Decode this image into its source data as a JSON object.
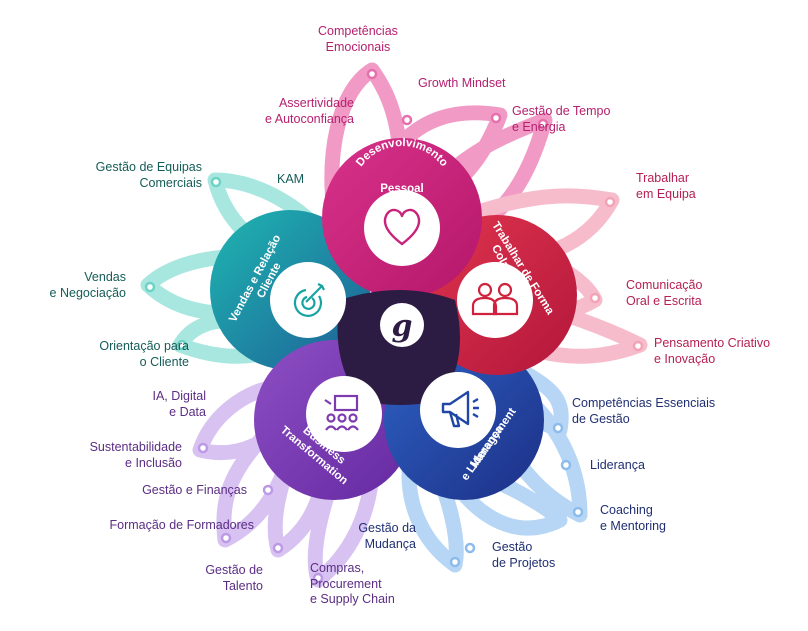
{
  "colors": {
    "pink": "#c9247b",
    "red": "#d0223d",
    "blue": "#2147a6",
    "purple": "#7d3bb0",
    "teal": "#18a3a3",
    "center": "#2c1c44",
    "petal_pink": "#f29ac6",
    "petal_rose": "#f7bccb",
    "petal_teal": "#a8e7df",
    "petal_lilac": "#d8c2f2",
    "petal_blue": "#b7d6f5"
  },
  "center": {
    "logo": "g",
    "logo_icon": "brand-g-logo"
  },
  "hubs": {
    "dev": {
      "line1": "Desenvolvimento",
      "line2": "Pessoal",
      "icon": "heart-icon"
    },
    "trab": {
      "line1": "Trabalhar de Forma",
      "line2": "Colaborativa",
      "icon": "people-icon"
    },
    "mgmt": {
      "line1": "Management",
      "line2": "e Liderança",
      "icon": "megaphone-icon"
    },
    "bus": {
      "line1": "Business",
      "line2": "Transformation",
      "icon": "presentation-icon"
    },
    "vendas": {
      "line1": "Vendas e Relação",
      "line2": "Cliente",
      "icon": "target-icon"
    }
  },
  "labels": {
    "comp_emocionais": [
      "Competências",
      "Emocionais"
    ],
    "growth": [
      "Growth Mindset"
    ],
    "gestao_tempo": [
      "Gestão de Tempo",
      "e Energia"
    ],
    "assertividade": [
      "Assertividade",
      "e Autoconfiança"
    ],
    "trabalhar_equipa": [
      "Trabalhar",
      "em Equipa"
    ],
    "comunicacao": [
      "Comunicação",
      "Oral e Escrita"
    ],
    "pensamento": [
      "Pensamento Criativo",
      "e Inovação"
    ],
    "comp_essenciais": [
      "Competências Essenciais",
      "de Gestão"
    ],
    "lideranca": [
      "Liderança"
    ],
    "coaching": [
      "Coaching",
      "e Mentoring"
    ],
    "gestao_projetos": [
      "Gestão",
      "de Projetos"
    ],
    "gestao_mudanca": [
      "Gestão da",
      "Mudança"
    ],
    "compras": [
      "Compras,",
      "Procurement",
      "e Supply Chain"
    ],
    "gestao_talento": [
      "Gestão de",
      "Talento"
    ],
    "formacao": [
      "Formação de Formadores"
    ],
    "gestao_financas": [
      "Gestão e Finanças"
    ],
    "sustentabilidade": [
      "Sustentabilidade",
      "e Inclusão"
    ],
    "ia_digital": [
      "IA, Digital",
      "e Data"
    ],
    "orientacao": [
      "Orientação para",
      "o Cliente"
    ],
    "vendas_neg": [
      "Vendas",
      "e Negociação"
    ],
    "gestao_equipas": [
      "Gestão de Equipas",
      "Comerciais"
    ],
    "kam": [
      "KAM"
    ]
  }
}
